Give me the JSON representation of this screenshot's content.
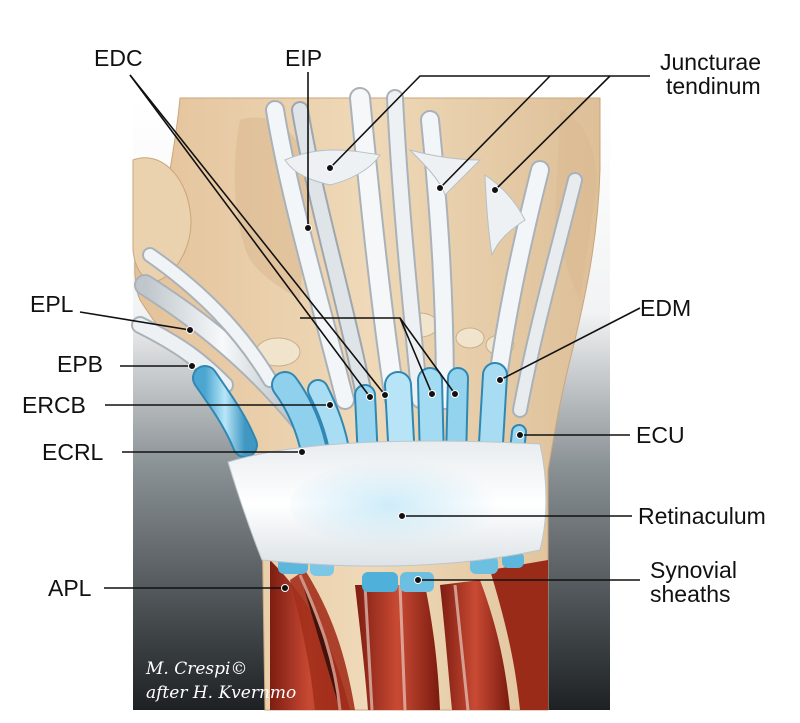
{
  "labels": {
    "edc": "EDC",
    "eip": "EIP",
    "junc1": "Juncturae",
    "junc2": "tendinum",
    "epl": "EPL",
    "epb": "EPB",
    "ercb": "ERCB",
    "ecrl": "ECRL",
    "edm": "EDM",
    "ecu": "ECU",
    "retinaculum": "Retinaculum",
    "apl": "APL",
    "syn1": "Synovial",
    "syn2": "sheaths"
  },
  "signature": {
    "line1": "M. Crespi©",
    "line2": "after H. Kvernmo"
  },
  "colors": {
    "background_top": "#ffffff",
    "background_bottom": "#1f2326",
    "skin": "#e9cfa8",
    "tendon": "#e6e9ec",
    "sheath": "#7ec8e6",
    "retinaculum": "#f4f6f8",
    "muscle": "#b2321f"
  }
}
